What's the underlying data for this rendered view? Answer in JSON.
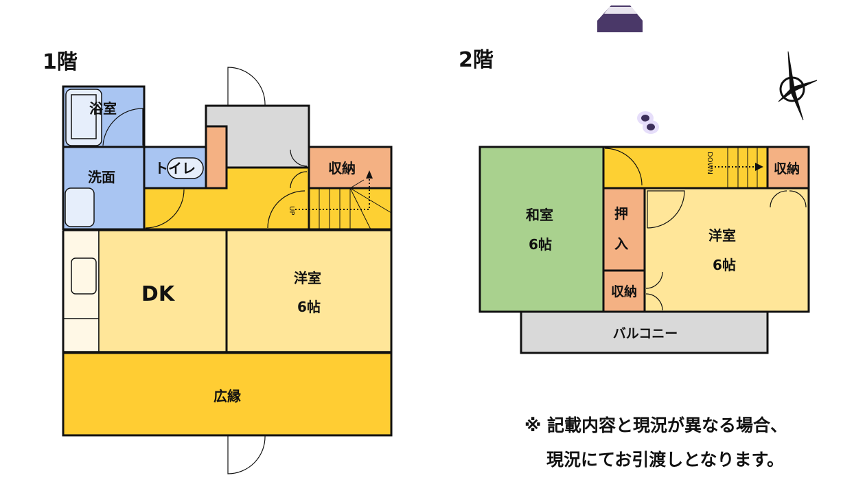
{
  "floor1": {
    "title": "1階",
    "rooms": {
      "bath": "浴室",
      "washroom": "洗面",
      "toilet": "トイレ",
      "storage": "収納",
      "dk": "DK",
      "western_name": "洋室",
      "western_size": "6帖",
      "veranda": "広縁",
      "stairs": "UP"
    }
  },
  "floor2": {
    "title": "2階",
    "rooms": {
      "japanese_name": "和室",
      "japanese_size": "6帖",
      "closet_1": "押",
      "closet_2": "入",
      "storage_top": "収納",
      "storage_bottom": "収納",
      "western_name": "洋室",
      "western_size": "6帖",
      "balcony": "バルコニー",
      "stairs": "DOWN"
    }
  },
  "note": {
    "line1": "※ 記載内容と現況が異なる場合、",
    "line2": "現況にてお引渡しとなります。"
  },
  "colors": {
    "wet": "#a9c5f2",
    "hall": "#fdd033",
    "room": "#ffe699",
    "storage": "#f4b183",
    "entrance": "#d9d9d9",
    "tatami": "#a9d18e",
    "counter": "#fff8e6"
  }
}
